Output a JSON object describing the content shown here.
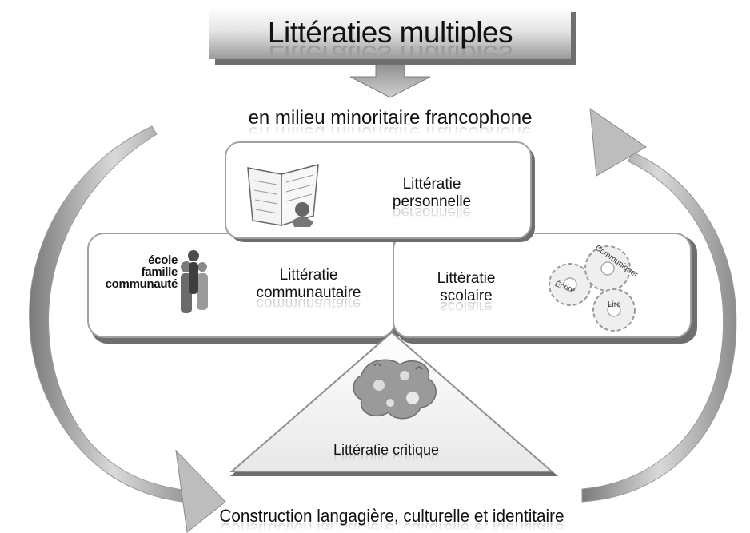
{
  "title": "Littératies multiples",
  "subtitle": "en milieu minoritaire francophone",
  "boxes": {
    "personnelle": [
      "Littératie",
      "personnelle"
    ],
    "communautaire": [
      "Littératie",
      "communautaire"
    ],
    "scolaire": [
      "Littératie",
      "scolaire"
    ],
    "critique": "Littératie critique"
  },
  "community_words": [
    "école",
    "famille",
    "communauté"
  ],
  "gears": [
    "Écrire",
    "Communiquer",
    "Lire"
  ],
  "bottom": "Construction langagière, culturelle et identitaire",
  "icons": [
    "book-icon",
    "people-icon",
    "gears-icon",
    "imagination-icon",
    "down-arrow-icon",
    "left-cycle-arrow-icon",
    "right-cycle-arrow-icon"
  ]
}
